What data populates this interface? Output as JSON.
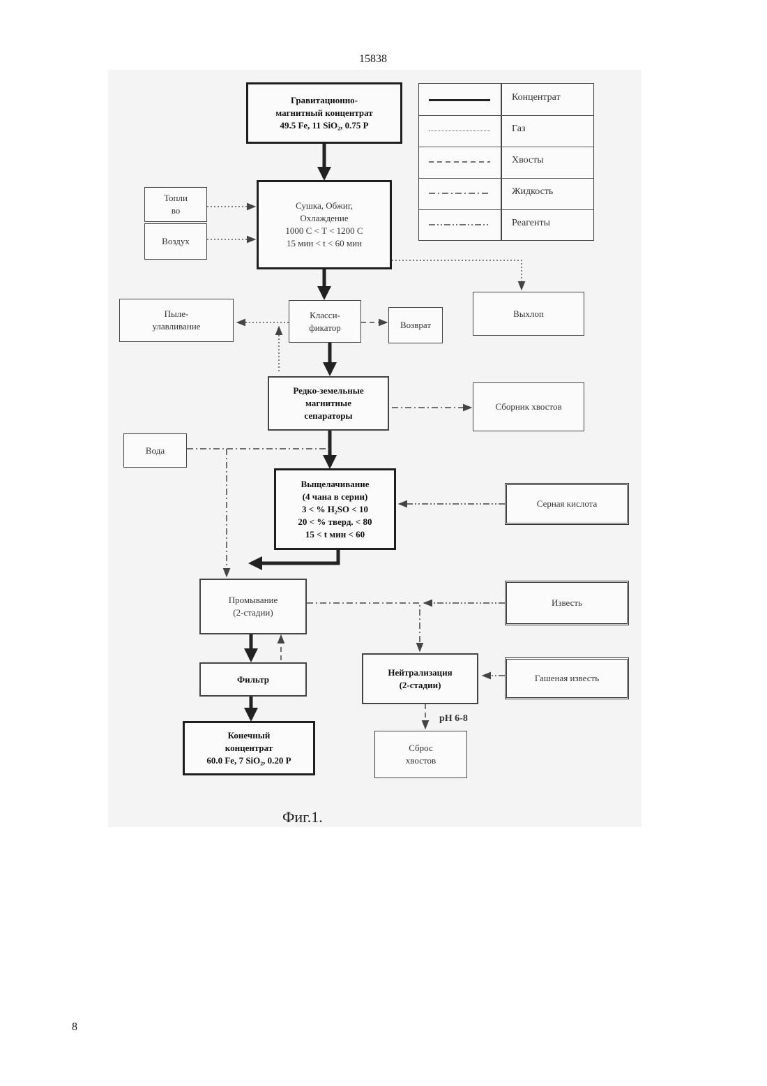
{
  "page": {
    "number_top": "15838",
    "number_bottom": "8"
  },
  "figure": {
    "caption": "Фиг.1.",
    "legend": [
      {
        "label": "Концентрат",
        "style": "solid-thick"
      },
      {
        "label": "Газ",
        "style": "dotted"
      },
      {
        "label": "Хвосты",
        "style": "dashed"
      },
      {
        "label": "Жидкость",
        "style": "dash-dot"
      },
      {
        "label": "Реагенты",
        "style": "dash-dot-dot"
      }
    ],
    "nodes": {
      "feed": {
        "lines": [
          "Гравитационно-",
          "магнитный концентрат",
          "49.5 Fe, 11 SiO₂, 0.75 P"
        ]
      },
      "fuel": {
        "lines": [
          "Топли",
          "во"
        ]
      },
      "air": {
        "lines": [
          "Воздух"
        ]
      },
      "roasting": {
        "lines": [
          "Сушка, Обжиг,",
          "Охлаждение",
          "1000 С < T < 1200 С",
          "15 мин < t < 60 мин"
        ]
      },
      "exhaust": {
        "lines": [
          "Выхлоп"
        ]
      },
      "dust": {
        "lines": [
          "Пыле-",
          "улавливание"
        ]
      },
      "classifier": {
        "lines": [
          "Класси-",
          "фикатор"
        ]
      },
      "return": {
        "lines": [
          "Возврат"
        ]
      },
      "separators": {
        "lines": [
          "Редко-земельные",
          "магнитные",
          "сепараторы"
        ]
      },
      "tailings_collector": {
        "lines": [
          "Сборник хвостов"
        ]
      },
      "water": {
        "lines": [
          "Вода"
        ]
      },
      "leaching": {
        "lines": [
          "Выщелачивание",
          "(4 чана в серии)",
          "3 < % H₂SO < 10",
          "20 < % тверд. < 80",
          "15 < t мин < 60"
        ]
      },
      "acid": {
        "lines": [
          "Серная кислота"
        ]
      },
      "washing": {
        "lines": [
          "Промывание",
          "(2-стадии)"
        ]
      },
      "lime": {
        "lines": [
          "Известь"
        ]
      },
      "filter": {
        "lines": [
          "Фильтр"
        ]
      },
      "neutralization": {
        "lines": [
          "Нейтрализация",
          "(2-стадии)"
        ]
      },
      "slaked_lime": {
        "lines": [
          "Гашеная известь"
        ]
      },
      "final": {
        "lines": [
          "Конечный",
          "концентрат",
          "60.0 Fe, 7 SiO₂, 0.20 P"
        ]
      },
      "discharge": {
        "lines": [
          "Сброс",
          "хвостов"
        ]
      }
    },
    "ph_label": "pH 6-8"
  }
}
